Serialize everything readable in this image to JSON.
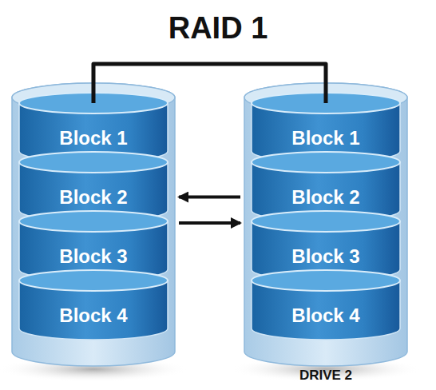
{
  "diagram": {
    "title": "RAID 1",
    "nodes": [
      {
        "text": [
          "Block 1"
        ]
      },
      {
        "text": [
          "Block 2"
        ]
      },
      {
        "text": [
          "Block 3"
        ]
      },
      {
        "text": [
          "Block 4"
        ]
      },
      {
        "text": [
          "Block 1"
        ]
      },
      {
        "text": [
          "Block 2"
        ]
      },
      {
        "text": [
          "Block 3"
        ]
      },
      {
        "text": [
          "Block 4"
        ]
      }
    ],
    "edges": [
      {
        "from": 0,
        "to": 4,
        "arrow": "none"
      },
      {
        "from": 5,
        "to": 1,
        "arrow": "to"
      },
      {
        "from": 1,
        "to": 5,
        "arrow": "to"
      }
    ],
    "labels": [
      "DRIVE 2"
    ]
  }
}
